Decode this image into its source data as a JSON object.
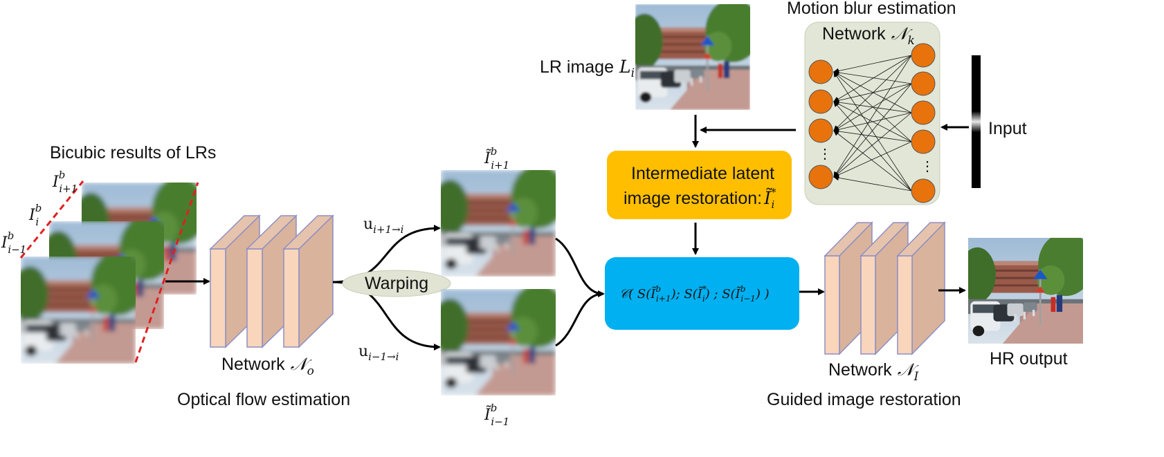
{
  "labels": {
    "motion_title": "Motion blur estimation",
    "network_k": "Network",
    "network_k_sym": "𝒩",
    "network_k_sub": "k",
    "lr_image": "LR image",
    "lr_sym": "L",
    "lr_sub": "i",
    "input": "Input",
    "bicubic_title": "Bicubic results of LRs",
    "latent_line1": "Intermediate latent",
    "latent_line2": "image restoration:",
    "network_o": "Network",
    "network_o_sym": "𝒩",
    "network_o_sub": "o",
    "optical_flow": "Optical flow estimation",
    "warping": "Warping",
    "network_i": "Network",
    "network_i_sym": "𝒩",
    "network_i_sub": "I",
    "guided": "Guided image restoration",
    "hr_output": "HR output"
  },
  "math": {
    "I": "I",
    "b": "b",
    "sub_plus": "i+1",
    "sub_i": "i",
    "sub_minus": "i−1",
    "u": "u",
    "u_plus_sub": "i+1→i",
    "u_minus_sub": "i−1→i",
    "latent_I": "Ĩ",
    "latent_star": "*",
    "latent_sub": "i",
    "concat": "𝒞( S(Ĩ",
    "concat_b1": "b",
    "concat_s1": "i+1",
    "concat_mid": "); S(Ĩ",
    "concat_star": "*",
    "concat_s2": "i",
    "concat_mid2": ") ; S(Ĩ",
    "concat_b3": "b",
    "concat_s3": "i−1",
    "concat_end": ") )"
  },
  "colors": {
    "block_face": "#d9b39c",
    "block_front": "#f8d5bb",
    "block_edge": "#8d8ec4",
    "latent_box": "#ffbf00",
    "concat_box": "#00b0f0",
    "network_panel": "#e2e6d6",
    "node": "#e8730c",
    "dashed": "#e02020"
  }
}
